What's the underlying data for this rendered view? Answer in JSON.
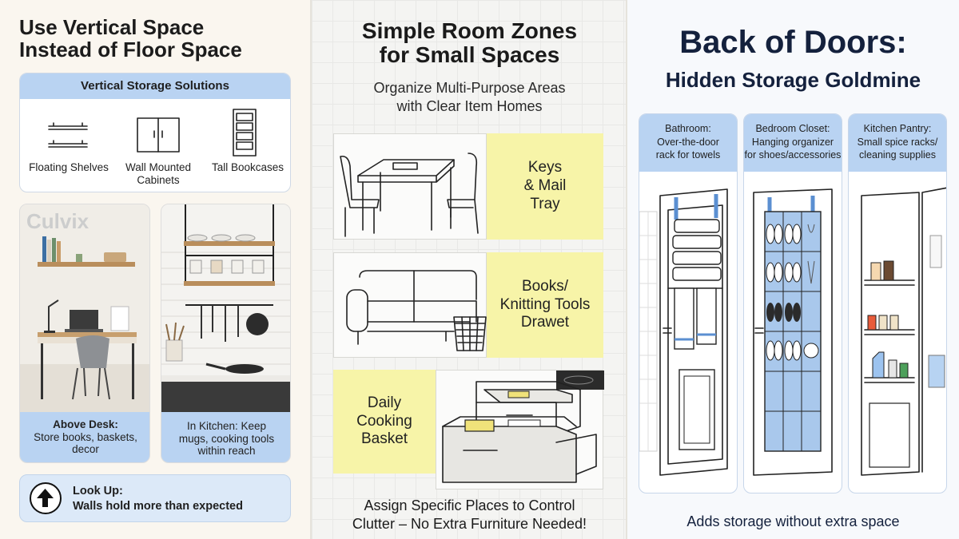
{
  "panel1": {
    "title_line1": "Use Vertical Space",
    "title_line2": "Instead of Floor Space",
    "solutions_header": "Vertical Storage Solutions",
    "solutions": [
      {
        "icon": "floating-shelves-icon",
        "label": "Floating Shelves"
      },
      {
        "icon": "wall-cabinet-icon",
        "label": "Wall Mounted Cabinets"
      },
      {
        "icon": "bookcase-icon",
        "label": "Tall Bookcases"
      }
    ],
    "watermark": "Culvix",
    "desk_caption_bold": "Above Desk:",
    "desk_caption": "Store books, baskets, decor",
    "kitchen_caption": "In Kitchen: Keep mugs, cooking tools within reach",
    "lookup_icon": "arrow-up-icon",
    "lookup_bold": "Look Up:",
    "lookup_text": "Walls hold more than expected"
  },
  "panel2": {
    "title_line1": "Simple Room Zones",
    "title_line2": "for Small Spaces",
    "subtitle_line1": "Organize Multi-Purpose Areas",
    "subtitle_line2": "with Clear Item Homes",
    "zones": [
      {
        "illustration": "dining-table-icon",
        "label_lines": [
          "Keys",
          "& Mail",
          "Tray"
        ]
      },
      {
        "illustration": "sofa-icon",
        "label_lines": [
          "Books/",
          "Knitting Tools",
          "Drawet"
        ]
      },
      {
        "illustration": "kitchen-drawers-icon",
        "label_lines": [
          "Daily",
          "Cooking",
          "Basket"
        ]
      }
    ],
    "footer_line1": "Assign Specific Places to Control",
    "footer_line2": "Clutter – No Extra Furniture Needed!"
  },
  "panel3": {
    "title_line1": "Back of Doors:",
    "title_line2": "Hidden Storage Goldmine",
    "doors": [
      {
        "illustration": "towel-rack-door-icon",
        "caption_lines": [
          "Bathroom:",
          "Over-the-door",
          "rack for towels"
        ]
      },
      {
        "illustration": "shoe-organizer-door-icon",
        "caption_lines": [
          "Bedroom Closet:",
          "Hanging organizer",
          "for shoes/accessories"
        ]
      },
      {
        "illustration": "pantry-rack-door-icon",
        "caption_lines": [
          "Kitchen Pantry:",
          "Small spice racks/",
          "cleaning supplies"
        ]
      }
    ],
    "footer": "Adds storage without extra space"
  },
  "colors": {
    "accent_blue": "#b9d3f2",
    "note_yellow": "#f7f4a8",
    "title_navy": "#14213d"
  }
}
